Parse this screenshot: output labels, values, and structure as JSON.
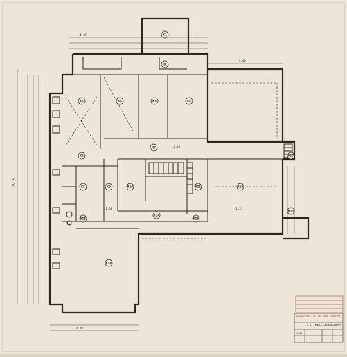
{
  "rooms": [
    {
      "id": "k1",
      "label": "K1"
    },
    {
      "id": "k2",
      "label": "K2"
    },
    {
      "id": "k3",
      "label": "K3"
    },
    {
      "id": "k4a",
      "label": "K4"
    },
    {
      "id": "k4b",
      "label": "K4"
    },
    {
      "id": "k5",
      "label": "K5"
    },
    {
      "id": "k6",
      "label": "K6"
    },
    {
      "id": "k7",
      "label": "K7"
    },
    {
      "id": "k8",
      "label": "K8"
    },
    {
      "id": "k9",
      "label": "K9"
    },
    {
      "id": "k10",
      "label": "K10"
    },
    {
      "id": "k11",
      "label": "K11"
    },
    {
      "id": "k12",
      "label": "K12"
    },
    {
      "id": "k13",
      "label": "K13"
    },
    {
      "id": "k14",
      "label": "K14"
    },
    {
      "id": "k15",
      "label": "K15"
    },
    {
      "id": "k16",
      "label": "K16"
    },
    {
      "id": "k17",
      "label": "K17"
    },
    {
      "id": "k18",
      "label": "K18"
    }
  ],
  "dims": {
    "top_overall": "4.49",
    "right_top": "4.40",
    "left_total": "15.15",
    "bottom_overall": "4.49",
    "level_a": "-2.38",
    "level_b": "-2.58",
    "level_c": "-2.35"
  },
  "titleblock": {
    "office": "ATELIER PROF. DR. ING. HANS SCHWIPPERT",
    "drawing_no": "C 17",
    "drawing_title": "KELLERGESCHOSS",
    "scale": "1:50"
  }
}
